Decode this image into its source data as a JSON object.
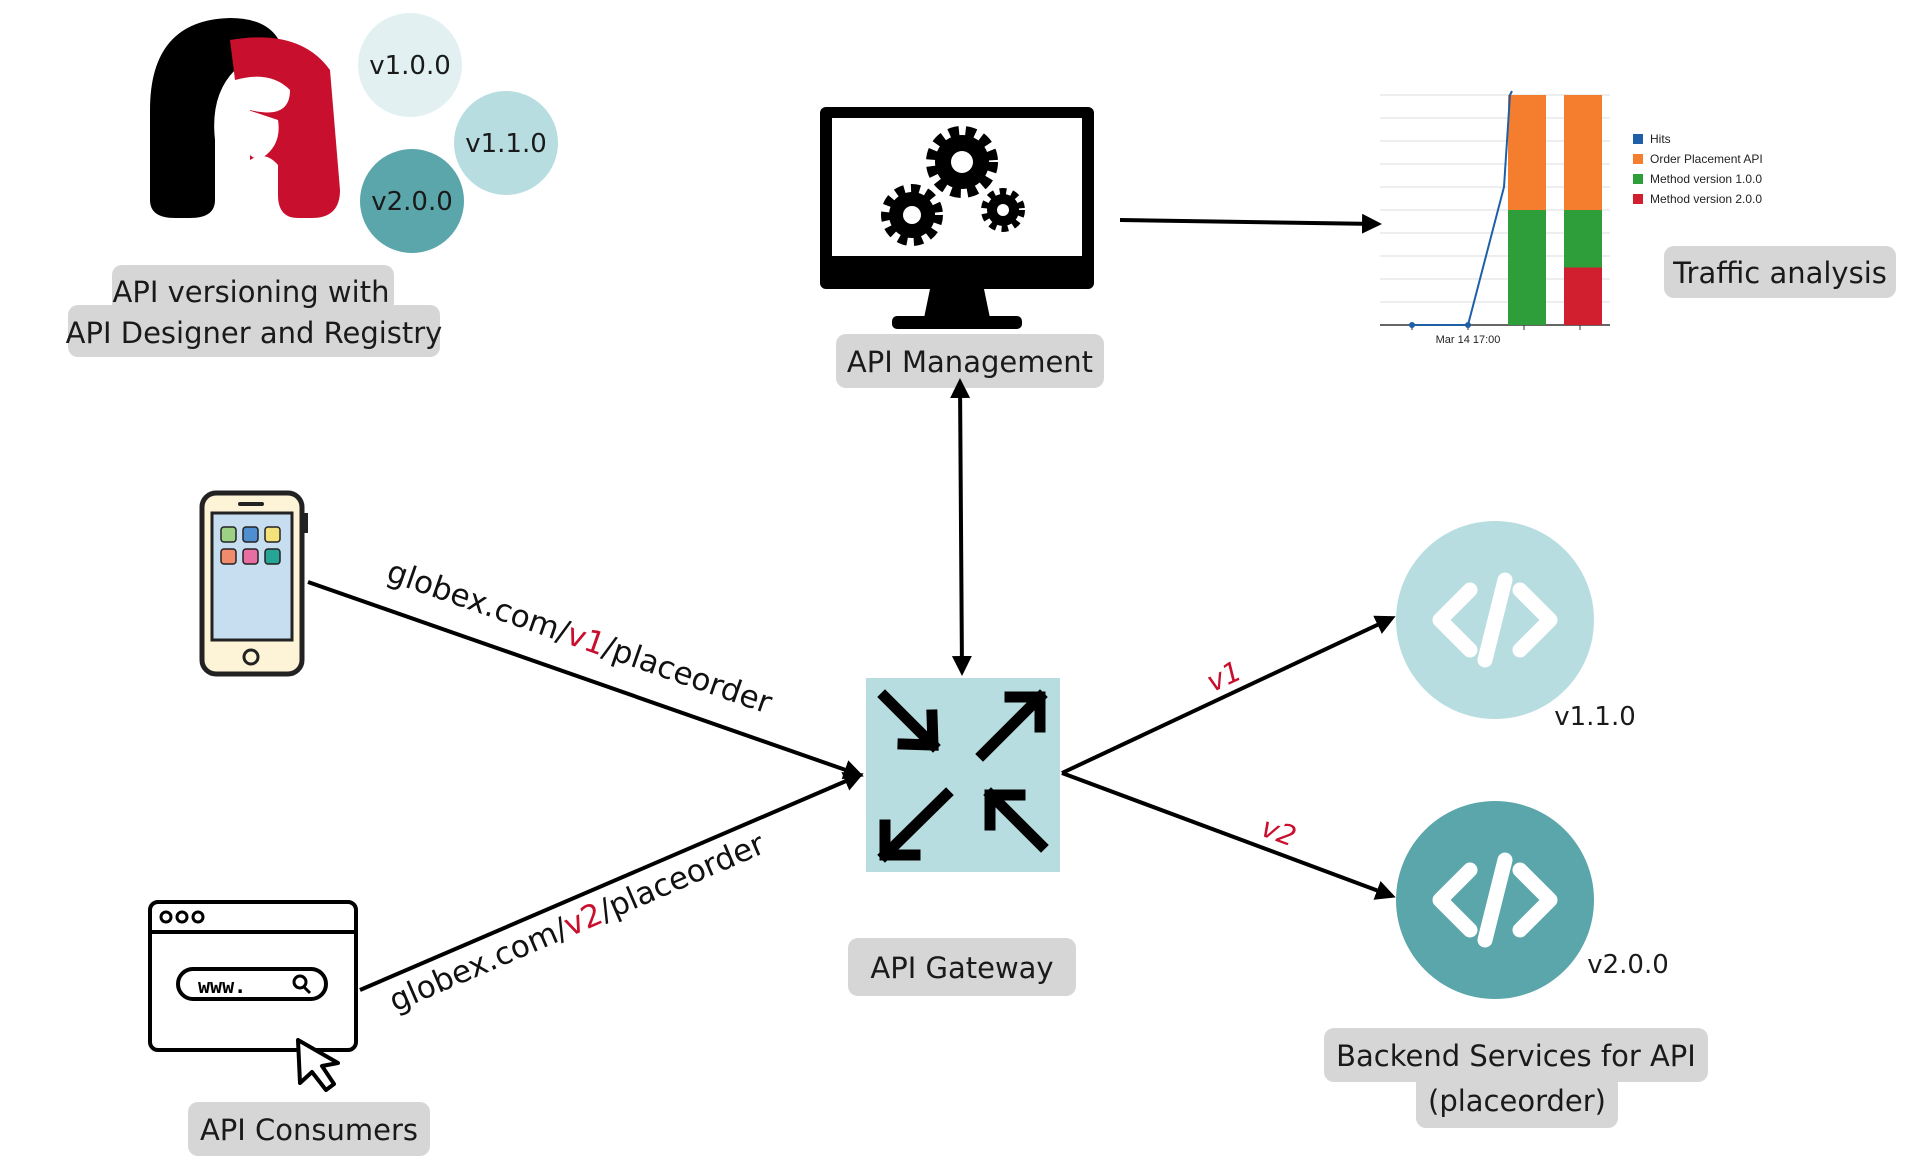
{
  "nodes": {
    "registry": {
      "label_line1": "API versioning with",
      "label_line2": "API Designer and Registry",
      "versions": [
        "v1.0.0",
        "v1.1.0",
        "v2.0.0"
      ]
    },
    "management": {
      "label": "API Management"
    },
    "traffic": {
      "label": "Traffic analysis"
    },
    "gateway": {
      "label": "API Gateway"
    },
    "consumers": {
      "label": "API Consumers",
      "browser_text": "www."
    },
    "backend": {
      "label_line1": "Backend Services for API",
      "label_line2": "(placeorder)",
      "service_v1": "v1.1.0",
      "service_v2": "v2.0.0"
    }
  },
  "edges": {
    "mobile_url": {
      "prefix": "globex.com/",
      "version": "v1",
      "suffix": "/placeorder"
    },
    "web_url": {
      "prefix": "globex.com/",
      "version": "v2",
      "suffix": "/placeorder"
    },
    "route_v1": "v1",
    "route_v2": "v2"
  },
  "chart_data": {
    "type": "bar",
    "title": "",
    "categories": [
      "",
      ""
    ],
    "legend": [
      "Hits",
      "Order Placement API",
      "Method version 1.0.0",
      "Method version 2.0.0"
    ],
    "series": [
      {
        "name": "Order Placement API",
        "values": [
          50,
          50
        ]
      },
      {
        "name": "Method version 1.0.0",
        "values": [
          50,
          25
        ]
      },
      {
        "name": "Method version 2.0.0",
        "values": [
          0,
          25
        ]
      }
    ],
    "line_series": {
      "name": "Hits"
    },
    "x_tick_label": "Mar 14 17:00",
    "colors": {
      "Hits": "#1f5fa8",
      "Order Placement API": "#f47e2e",
      "Method version 1.0.0": "#2e9e3a",
      "Method version 2.0.0": "#d21f2f"
    },
    "grid": true,
    "legend_position": "top-right"
  },
  "colors": {
    "teal_light": "#b7dde0",
    "teal_dark": "#5aa6aa",
    "teal_pale": "#e2f0f1",
    "gateway_bg": "#b7dde0",
    "accent_red": "#c8102e",
    "pill_gray": "#d6d6d6"
  }
}
